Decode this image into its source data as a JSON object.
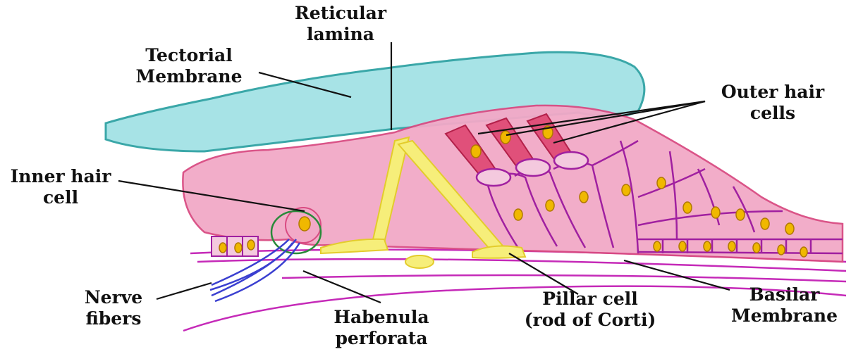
{
  "labels": {
    "reticular_lamina": [
      "Reticular",
      "lamina"
    ],
    "tectorial_membrane": [
      "Tectorial",
      "Membrane"
    ],
    "outer_hair_cells": [
      "Outer hair",
      "cells"
    ],
    "inner_hair_cell": [
      "Inner hair",
      "cell"
    ],
    "nerve_fibers": [
      "Nerve",
      "fibers"
    ],
    "habenula_perforata": [
      "Habenula",
      "perforata"
    ],
    "pillar_cell": [
      "Pillar cell",
      "(rod of Corti)"
    ],
    "basilar_membrane": [
      "Basilar",
      "Membrane"
    ]
  },
  "colors": {
    "tectorial_fill": "#a7e3e6",
    "tectorial_outline": "#3aa7a8",
    "pink_fill": "#f2a9c7",
    "pink_outline": "#d94b82",
    "outer_hair_fill": "#e0507a",
    "nucleus_fill": "#f0b800",
    "pillar_fill": "#f6ee7a",
    "pillar_outline": "#e3cc2c",
    "support_outline": "#a020a0",
    "membrane_line": "#c52ab8",
    "nerve": "#3a3fd0",
    "nerve_ring": "#2a8a3a",
    "leader": "#111111"
  }
}
